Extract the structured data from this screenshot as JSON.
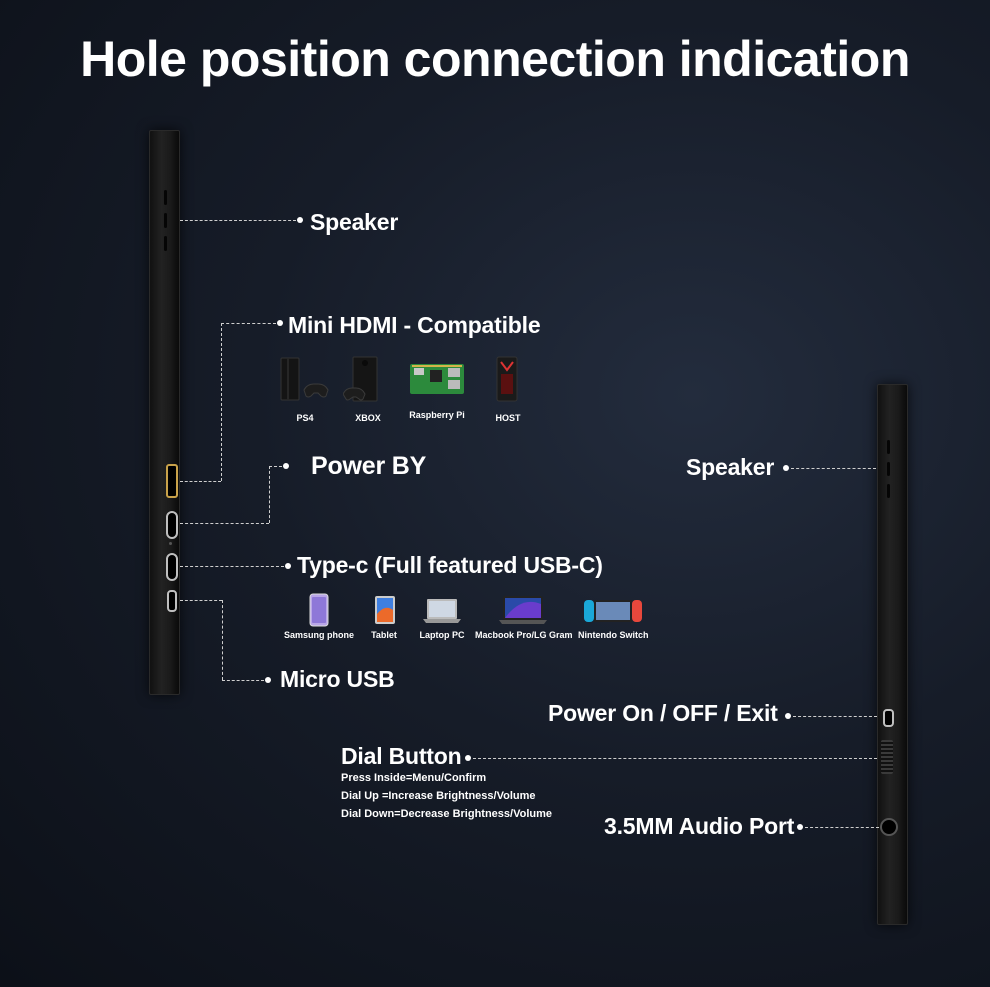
{
  "title": "Hole position connection indication",
  "left": {
    "speaker": "Speaker",
    "mini_hdmi": "Mini HDMI - Compatible",
    "hdmi_devices": [
      "PS4",
      "XBOX",
      "Raspberry Pi",
      "HOST"
    ],
    "power_by": "Power BY",
    "type_c": "Type-c (Full featured USB-C)",
    "usbc_devices": [
      "Samsung phone",
      "Tablet",
      "Laptop PC",
      "Macbook Pro/LG Gram",
      "Nintendo Switch"
    ],
    "micro_usb": "Micro USB"
  },
  "right": {
    "speaker": "Speaker",
    "power": "Power  On / OFF / Exit",
    "dial_button": "Dial Button",
    "dial_notes": [
      "Press Inside=Menu/Confirm",
      "Dial Up =Increase Brightness/Volume",
      "Dial Down=Decrease Brightness/Volume"
    ],
    "audio_port": "3.5MM Audio Port"
  },
  "colors": {
    "background": "#161c28",
    "text": "#ffffff",
    "hdmi_port": "#c9a24a"
  }
}
